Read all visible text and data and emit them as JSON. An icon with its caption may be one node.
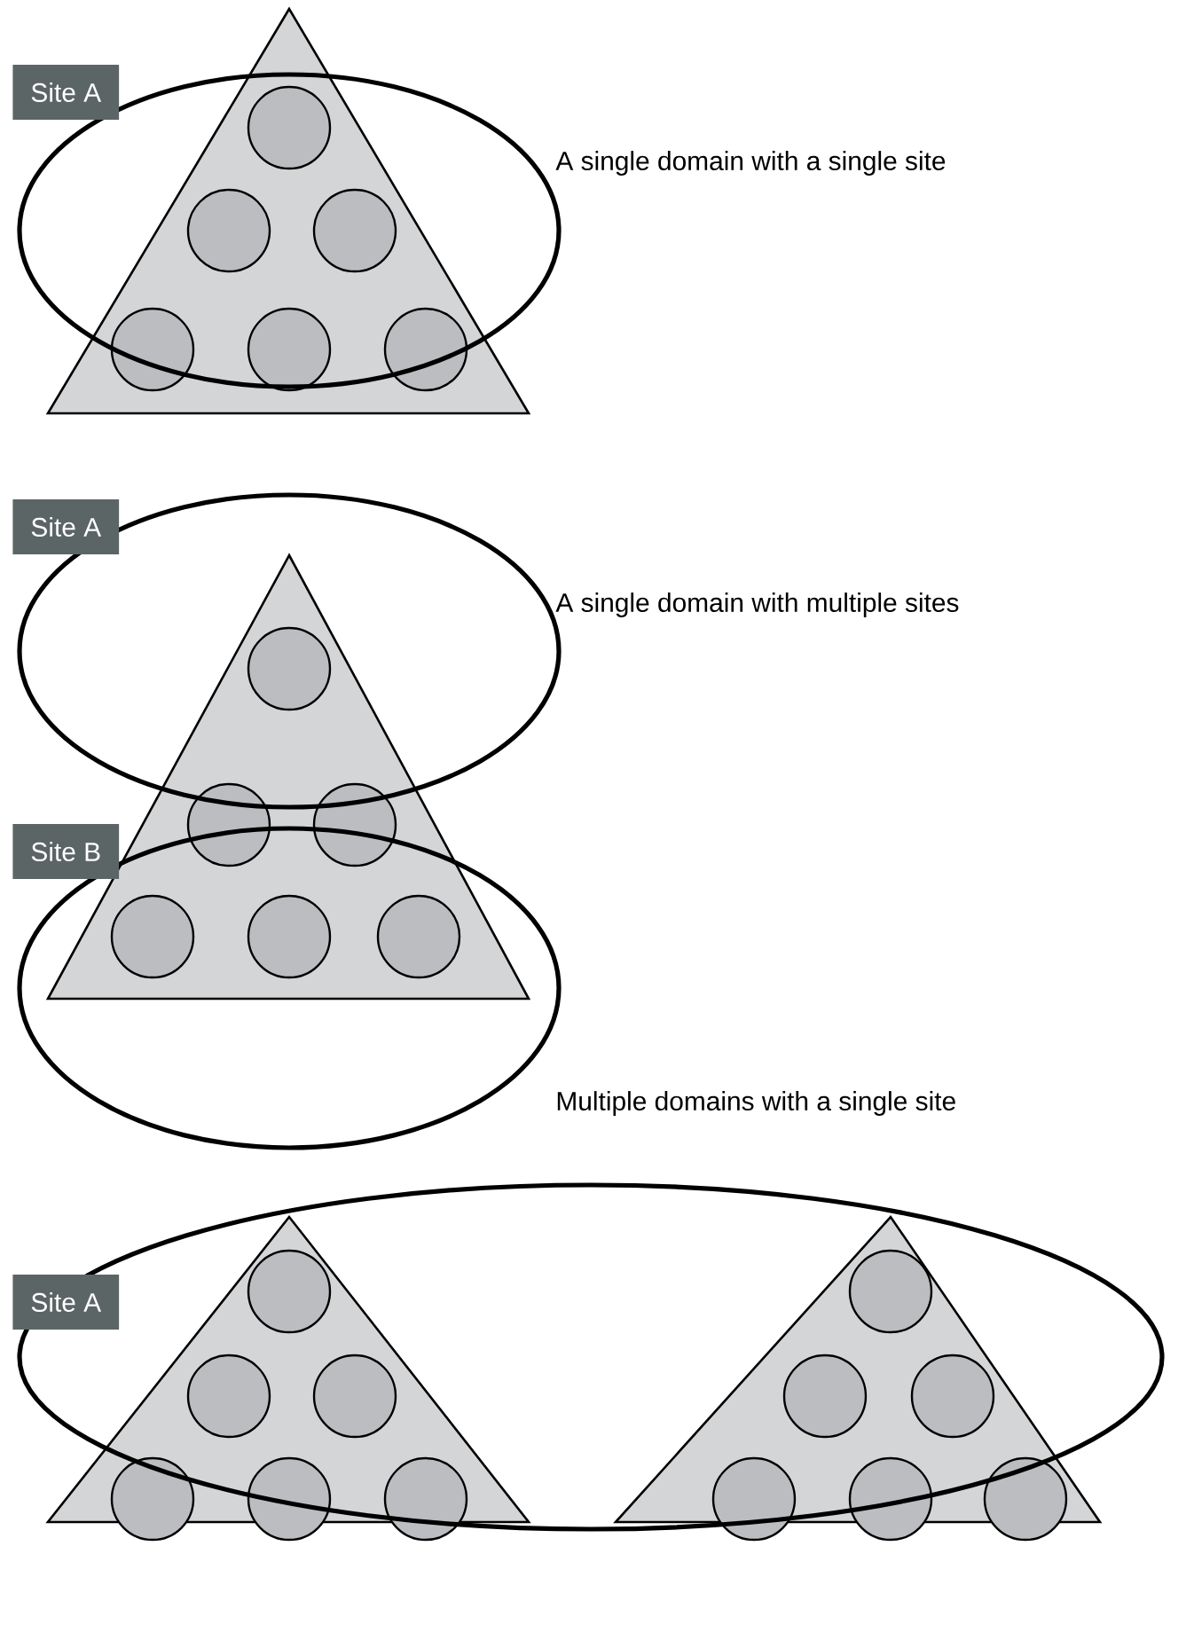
{
  "diagram": {
    "nodes": [
      {
        "text": [
          "Site A"
        ]
      },
      {
        "text": [
          "Site A"
        ]
      },
      {
        "text": [
          "Site B"
        ]
      },
      {
        "text": [
          "Site A"
        ]
      }
    ],
    "labels": [
      "A single domain with a single site",
      "A single domain with multiple sites",
      "Multiple domains with a single site"
    ]
  }
}
